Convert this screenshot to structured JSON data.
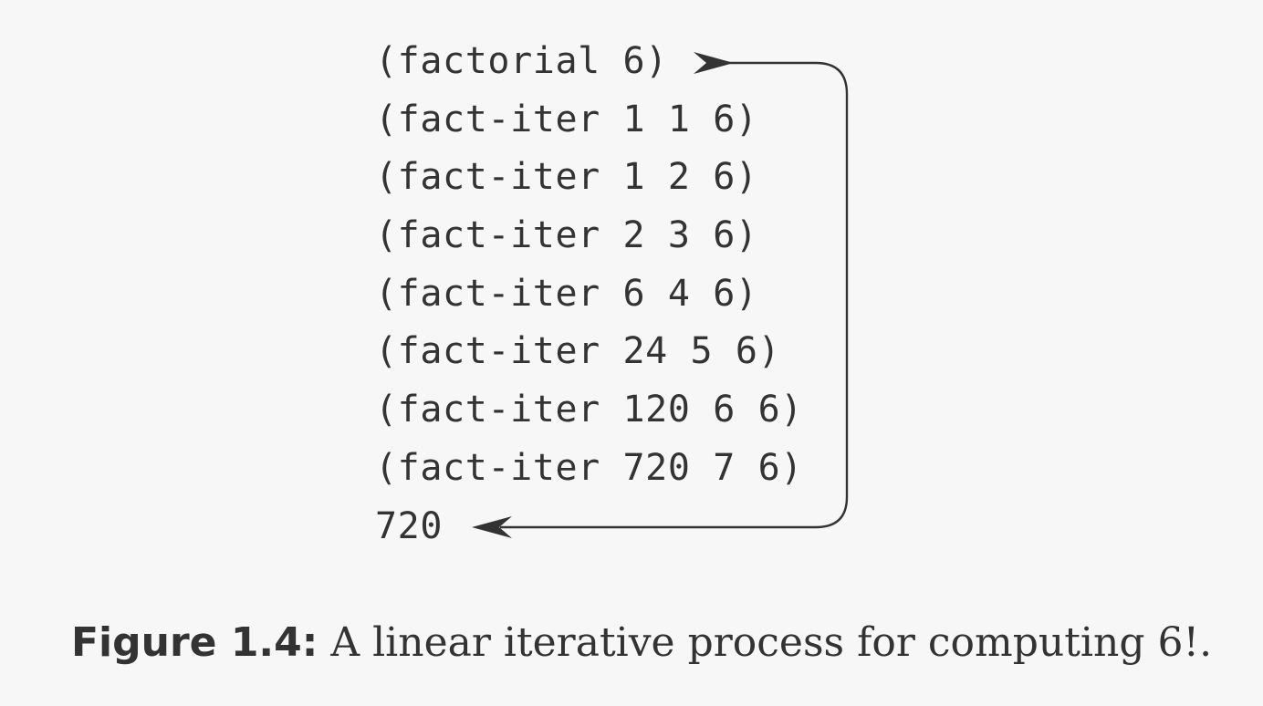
{
  "process_lines": [
    "(factorial 6)",
    "(fact-iter 1 1 6)",
    "(fact-iter 1 2 6)",
    "(fact-iter 2 3 6)",
    "(fact-iter 6 4 6)",
    "(fact-iter 24 5 6)",
    "(fact-iter 120 6 6)",
    "(fact-iter 720 7 6)",
    "720"
  ],
  "caption": {
    "label": "Figure 1.4:",
    "text": " A linear iterative process for computing 6!."
  },
  "colors": {
    "background": "#f7f7f7",
    "text": "#333333",
    "arrow": "#333333"
  }
}
